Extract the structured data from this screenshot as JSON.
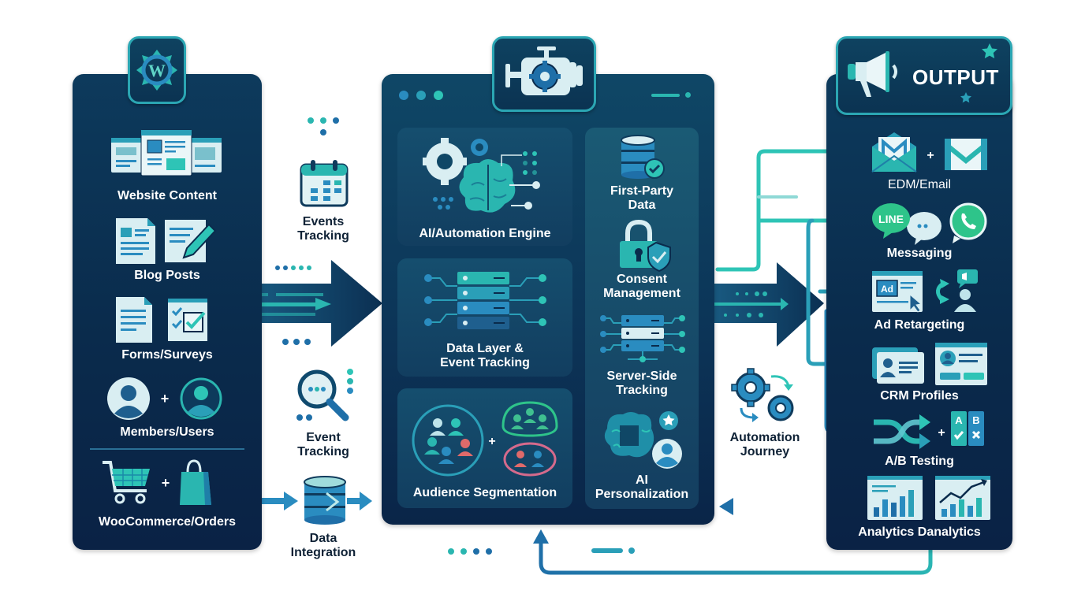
{
  "colors": {
    "panel_dark": "#0a2b4c",
    "accent_teal": "#2ec4b6",
    "accent_blue": "#2a7fb0",
    "text_dark": "#0f2236",
    "background": "#ffffff"
  },
  "input_panel": {
    "logo_icon": "wordpress-gear-icon",
    "items": [
      {
        "label": "Website Content",
        "icon": "web-pages-icon"
      },
      {
        "label": "Blog Posts",
        "icon": "document-pencil-icon"
      },
      {
        "label": "Forms/Surveys",
        "icon": "form-checklist-icon"
      },
      {
        "label": "Members/Users",
        "icon": "users-icon",
        "joiner": "+"
      },
      {
        "label": "WooCommerce/Orders",
        "icon": "cart-bag-icon",
        "joiner": "+"
      }
    ]
  },
  "left_connectors": [
    {
      "label_line1": "Events",
      "label_line2": "Tracking",
      "icon": "calendar-icon"
    },
    {
      "label_line1": "Event",
      "label_line2": "Tracking",
      "icon": "magnifier-icon"
    },
    {
      "label_line1": "Data",
      "label_line2": "Integration",
      "icon": "database-icon"
    }
  ],
  "engine_panel": {
    "badge_icon": "engine-gear-icon",
    "left_cards": [
      {
        "label": "AI/Automation Engine",
        "icon": "gears-brain-icon"
      },
      {
        "label_line1": "Data Layer &",
        "label_line2": "Event Tracking",
        "icon": "server-stack-icon"
      },
      {
        "label": "Audience Segmentation",
        "icon": "audience-groups-icon",
        "joiner": "+"
      }
    ],
    "right_items": [
      {
        "label_line1": "First-Party",
        "label_line2": "Data",
        "icon": "database-check-icon"
      },
      {
        "label_line1": "Consent",
        "label_line2": "Management",
        "icon": "lock-shield-icon"
      },
      {
        "label_line1": "Server-Side",
        "label_line2": "Tracking",
        "icon": "server-network-icon"
      },
      {
        "label_line1": "AI",
        "label_line2": "Personalization",
        "icon": "brain-user-icon"
      }
    ]
  },
  "automation": {
    "label_line1": "Automation",
    "label_line2": "Journey",
    "icon": "gears-cycle-icon"
  },
  "output_panel": {
    "title": "OUTPUT",
    "title_icon": "megaphone-icon",
    "items": [
      {
        "label": "EDM/Email",
        "icon": "email-icon",
        "joiner": "+"
      },
      {
        "label": "Messaging",
        "icon": "chat-apps-icon",
        "line_badge": "LINE"
      },
      {
        "label": "Ad Retargeting",
        "icon": "ad-retarget-icon",
        "ad_text": "Ad"
      },
      {
        "label": "CRM Profiles",
        "icon": "profile-cards-icon"
      },
      {
        "label": "A/B Testing",
        "icon": "ab-test-icon",
        "joiner": "+",
        "a": "A",
        "b": "B"
      },
      {
        "label": "Analytics Danalytics",
        "icon": "analytics-charts-icon"
      }
    ]
  }
}
